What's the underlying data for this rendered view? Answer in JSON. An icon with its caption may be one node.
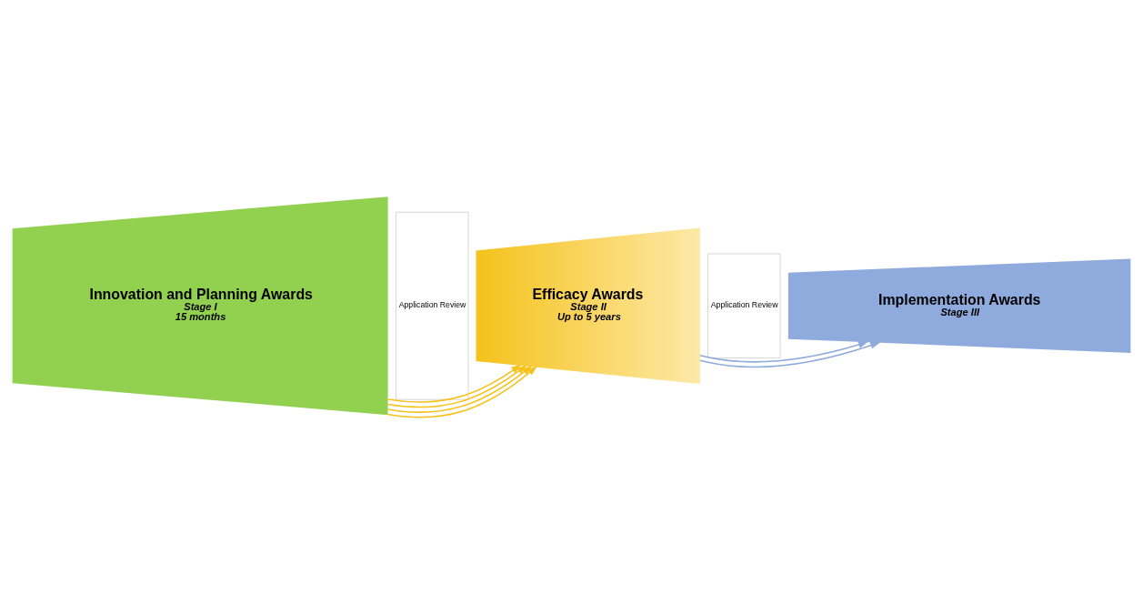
{
  "diagram": {
    "nodes": [
      {
        "text": [
          "Innovation and Planning Awards",
          "Stage I",
          "15 months"
        ]
      },
      {
        "text": [
          "Application Review"
        ]
      },
      {
        "text": [
          "Efficacy Awards",
          "Stage II",
          "Up to 5 years"
        ]
      },
      {
        "text": [
          "Application Review"
        ]
      },
      {
        "text": [
          "Implementation Awards",
          "Stage III"
        ]
      }
    ],
    "edges": [
      {
        "from": 0,
        "to": 2,
        "arrow": "to"
      },
      {
        "from": 0,
        "to": 2,
        "arrow": "to"
      },
      {
        "from": 0,
        "to": 2,
        "arrow": "to"
      },
      {
        "from": 0,
        "to": 2,
        "arrow": "to"
      },
      {
        "from": 2,
        "to": 4,
        "arrow": "to",
        "color": "#8faadc"
      },
      {
        "from": 2,
        "to": 4,
        "arrow": "to",
        "color": "#8faadc"
      }
    ]
  }
}
